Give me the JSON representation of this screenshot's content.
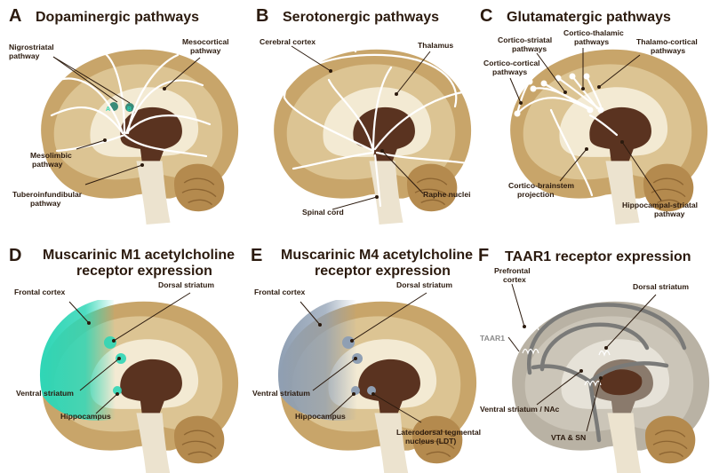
{
  "panels": [
    {
      "letter": "A",
      "title": "Dopaminergic pathways",
      "labels": {
        "nigrostriatal": "Nigrostriatal",
        "nigrostriatal2": "pathway",
        "mesocortical": "Mesocortical",
        "mesocortical2": "pathway",
        "mesolimbic": "Mesolimbic",
        "mesolimbic2": "pathway",
        "tubero": "Tuberoinfundibular",
        "tubero2": "pathway",
        "a": "A",
        "b": "B"
      }
    },
    {
      "letter": "B",
      "title": "Serotonergic pathways",
      "labels": {
        "cortex": "Cerebral cortex",
        "thalamus": "Thalamus",
        "raphe": "Raphe nuclei",
        "spinal": "Spinal cord"
      }
    },
    {
      "letter": "C",
      "title": "Glutamatergic pathways",
      "labels": {
        "cs1": "Cortico-striatal",
        "cs2": "pathways",
        "ct1": "Cortico-thalamic",
        "ct2": "pathways",
        "tc1": "Thalamo-cortical",
        "tc2": "pathways",
        "cc1": "Cortico-cortical",
        "cc2": "pathways",
        "cb1": "Cortico-brainstem",
        "cb2": "projection",
        "hs1": "Hippocampal-striatal",
        "hs2": "pathway"
      }
    },
    {
      "letter": "D",
      "title1": "Muscarinic M1 acetylcholine",
      "title2": "receptor expression",
      "labels": {
        "frontal": "Frontal cortex",
        "dorsal": "Dorsal striatum",
        "ventral": "Ventral striatum",
        "hippo": "Hippocampus"
      }
    },
    {
      "letter": "E",
      "title1": "Muscarinic M4 acetylcholine",
      "title2": "receptor expression",
      "labels": {
        "frontal": "Frontal cortex",
        "dorsal": "Dorsal striatum",
        "ventral": "Ventral striatum",
        "hippo": "Hippocampus",
        "ldt1": "Laterodorsal tegmental",
        "ldt2": "nucleus (LDT)"
      }
    },
    {
      "letter": "F",
      "title": "TAAR1 receptor expression",
      "labels": {
        "pfc1": "Prefrontal",
        "pfc2": "cortex",
        "dorsal": "Dorsal striatum",
        "taar1": "TAAR1",
        "ventral": "Ventral striatum / NAc",
        "vta": "VTA & SN"
      }
    }
  ],
  "colors": {
    "cortex_outer": "#c8a56a",
    "cortex_inner": "#e6d2a8",
    "white_matter": "#f3ead3",
    "deep": "#5a3320",
    "stem": "#ece3cf",
    "cerebellum": "#b48a4e",
    "teal": "#2fd6b6",
    "blue_grey": "#8f9fb3",
    "grey_brain": "#b9b2a4",
    "ink": "#2b1a0e"
  }
}
